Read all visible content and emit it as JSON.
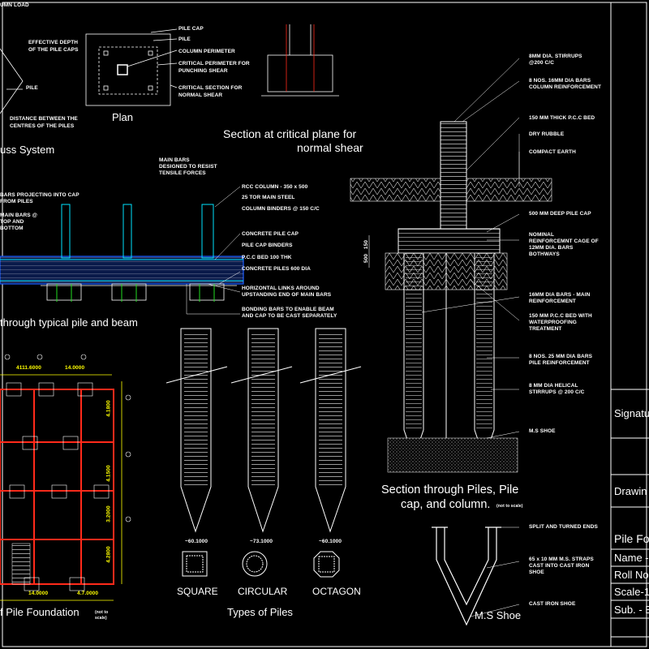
{
  "top_left": {
    "col_load": "UMN LOAD",
    "eff_depth": "EFFECTIVE DEPTH\nOF THE PILE CAPS",
    "pile": "PILE",
    "distance": "DISTANCE BETWEEN THE\nCENTRES OF THE PILES",
    "truss_title": "uss System"
  },
  "plan": {
    "title": "Plan",
    "labels": [
      "PILE CAP",
      "PILE",
      "COLUMN PERIMETER",
      "CRITICAL PERIMETER FOR\nPUNCHING SHEAR",
      "CRITICAL SECTION FOR\nNORMAL SHEAR"
    ]
  },
  "critical_section": {
    "title_line1": "Section at critical plane for",
    "title_line2": "normal shear"
  },
  "beam_section": {
    "title": "through typical pile and beam",
    "labels_left": [
      "MAIN BARS\nDESIGNED TO RESIST\nTENSILE FORCES",
      "BARS PROJECTING INTO CAP\nFROM PILES",
      "MAIN BARS @\nTOP AND\nBOTTOM"
    ],
    "labels_right": [
      "RCC COLUMN - 350 x 500",
      "25 TOR MAIN STEEL",
      "COLUMN BINDERS @ 150 C/C",
      "CONCRETE PILE CAP",
      "PILE CAP BINDERS",
      "P.C.C BED 100 THK",
      "CONCRETE PILES 600 DIA",
      "HORIZONTAL LINKS AROUND\nUPSTANDING END OF MAIN BARS",
      "BONDING BARS TO ENABLE BEAM\nAND CAP TO BE CAST SEPARATELY"
    ]
  },
  "pile_section": {
    "labels": [
      "8MM DIA. STIRRUPS\n@200 C/C",
      "8 NOS. 16MM DIA BARS\nCOLUMN REINFORCEMENT",
      "150 MM THICK P.C.C BED",
      "DRY RUBBLE",
      "COMPACT EARTH",
      "500 MM DEEP PILE CAP",
      "NOMINAL\nREINFORCEMNT CAGE OF\n12MM DIA. BARS\nBOTHWAYS",
      "16MM DIA BARS - MAIN\nREINFORCEMENT",
      "150 MM P.C.C BED WITH\nWATERPROOFING\nTREATMENT",
      "8 NOS. 25 MM DIA BARS\nPILE REINFORCEMENT",
      "8 MM DIA HELICAL\nSTIRRUPS @ 200 C/C",
      "M.S SHOE"
    ],
    "dims": [
      "150",
      "500"
    ],
    "title_line1": "Section through Piles, Pile",
    "title_line2": "cap, and column.",
    "scale_note": "(not to scale)"
  },
  "types_of_piles": {
    "title": "Types of Piles",
    "names": [
      "SQUARE",
      "CIRCULAR",
      "OCTAGON"
    ],
    "dims": [
      "~60.1000",
      "~73.1000",
      "~60.1000"
    ]
  },
  "ms_shoe": {
    "title": "M.S Shoe",
    "labels": [
      "SPLIT AND TURNED ENDS",
      "65 x 10 MM M.S. STRAPS\nCAST INTO CAST IRON\nSHOE",
      "CAST IRON SHOE"
    ]
  },
  "foundation_plan": {
    "title": "f Pile Foundation",
    "scale_note": "(not to\nscale)",
    "dims_top": [
      "4111.6000",
      "14.0000"
    ],
    "dims_side": [
      "4.1800",
      "4.1500",
      "3.2000",
      "4.2800"
    ],
    "dims_bottom": [
      "14.0000",
      "4.7.0000"
    ]
  },
  "title_block": {
    "signature": "Signatu",
    "drawing": "Drawin",
    "project": "Pile Fo",
    "name": "Name -",
    "roll": "Roll No",
    "scale": "Scale-1:",
    "sub": "Sub. - B"
  },
  "colors": {
    "line": "#ffffff",
    "cyan": "#00e5ff",
    "red": "#ff2a1a",
    "blue": "#1a5cff",
    "green": "#22dd22",
    "yellow": "#ffff00"
  }
}
